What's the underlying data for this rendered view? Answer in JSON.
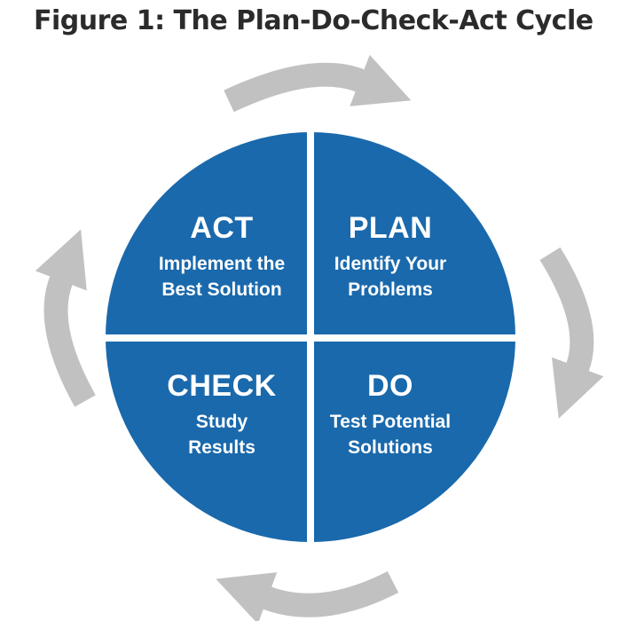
{
  "figure": {
    "title": "Figure 1: The Plan-Do-Check-Act Cycle"
  },
  "cycle": {
    "flow_direction": "clockwise",
    "quadrants": [
      {
        "id": "act",
        "position": "top-left",
        "label": "ACT",
        "desc_line1": "Implement the",
        "desc_line2": "Best Solution"
      },
      {
        "id": "plan",
        "position": "top-right",
        "label": "PLAN",
        "desc_line1": "Identify Your",
        "desc_line2": "Problems"
      },
      {
        "id": "check",
        "position": "bottom-left",
        "label": "CHECK",
        "desc_line1": "Study",
        "desc_line2": "Results"
      },
      {
        "id": "do",
        "position": "bottom-right",
        "label": "DO",
        "desc_line1": "Test Potential",
        "desc_line2": "Solutions"
      }
    ],
    "arrows": [
      {
        "id": "top",
        "icon": "curved-arrow-right-icon"
      },
      {
        "id": "right",
        "icon": "curved-arrow-down-icon"
      },
      {
        "id": "bottom",
        "icon": "curved-arrow-left-icon"
      },
      {
        "id": "left",
        "icon": "curved-arrow-up-icon"
      }
    ]
  },
  "colors": {
    "circle_blue": "#1a69ac",
    "arrow_gray": "#c1c1c1",
    "divider_white": "#ffffff",
    "title_text": "#2b2b2b",
    "quadrant_text": "#ffffff",
    "background": "#ffffff"
  }
}
